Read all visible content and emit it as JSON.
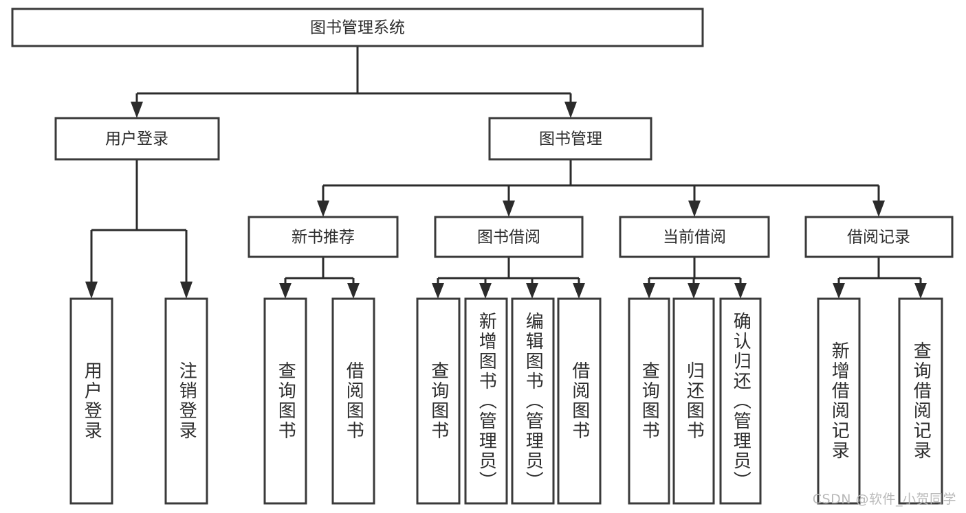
{
  "diagram": {
    "type": "tree-hierarchy-diagram",
    "title": "图书管理系统",
    "orientation": "top-down",
    "colors": {
      "box_stroke": "#3a3a3a",
      "box_fill": "#ffffff",
      "connector": "#2b2b2b",
      "text": "#2d2d2d",
      "watermark": "#b9b9b9",
      "background": "#ffffff"
    },
    "root": {
      "label": "图书管理系统"
    },
    "level2": [
      {
        "label": "用户登录"
      },
      {
        "label": "图书管理"
      }
    ],
    "level3": [
      {
        "label": "新书推荐"
      },
      {
        "label": "图书借阅"
      },
      {
        "label": "当前借阅"
      },
      {
        "label": "借阅记录"
      }
    ],
    "leaves": {
      "user_login": [
        {
          "label": "用户登录"
        },
        {
          "label": "注销登录"
        }
      ],
      "new_book": [
        {
          "label": "查询图书"
        },
        {
          "label": "借阅图书"
        }
      ],
      "book_borrow": [
        {
          "label": "查询图书"
        },
        {
          "label": "新增图书（管理员）"
        },
        {
          "label": "编辑图书（管理员）"
        },
        {
          "label": "借阅图书"
        }
      ],
      "current_borrow": [
        {
          "label": "查询图书"
        },
        {
          "label": "归还图书"
        },
        {
          "label": "确认归还（管理员）"
        }
      ],
      "borrow_record": [
        {
          "label": "新增借阅记录"
        },
        {
          "label": "查询借阅记录"
        }
      ]
    }
  },
  "watermark": {
    "text": "CSDN @软件_小贺同学"
  }
}
